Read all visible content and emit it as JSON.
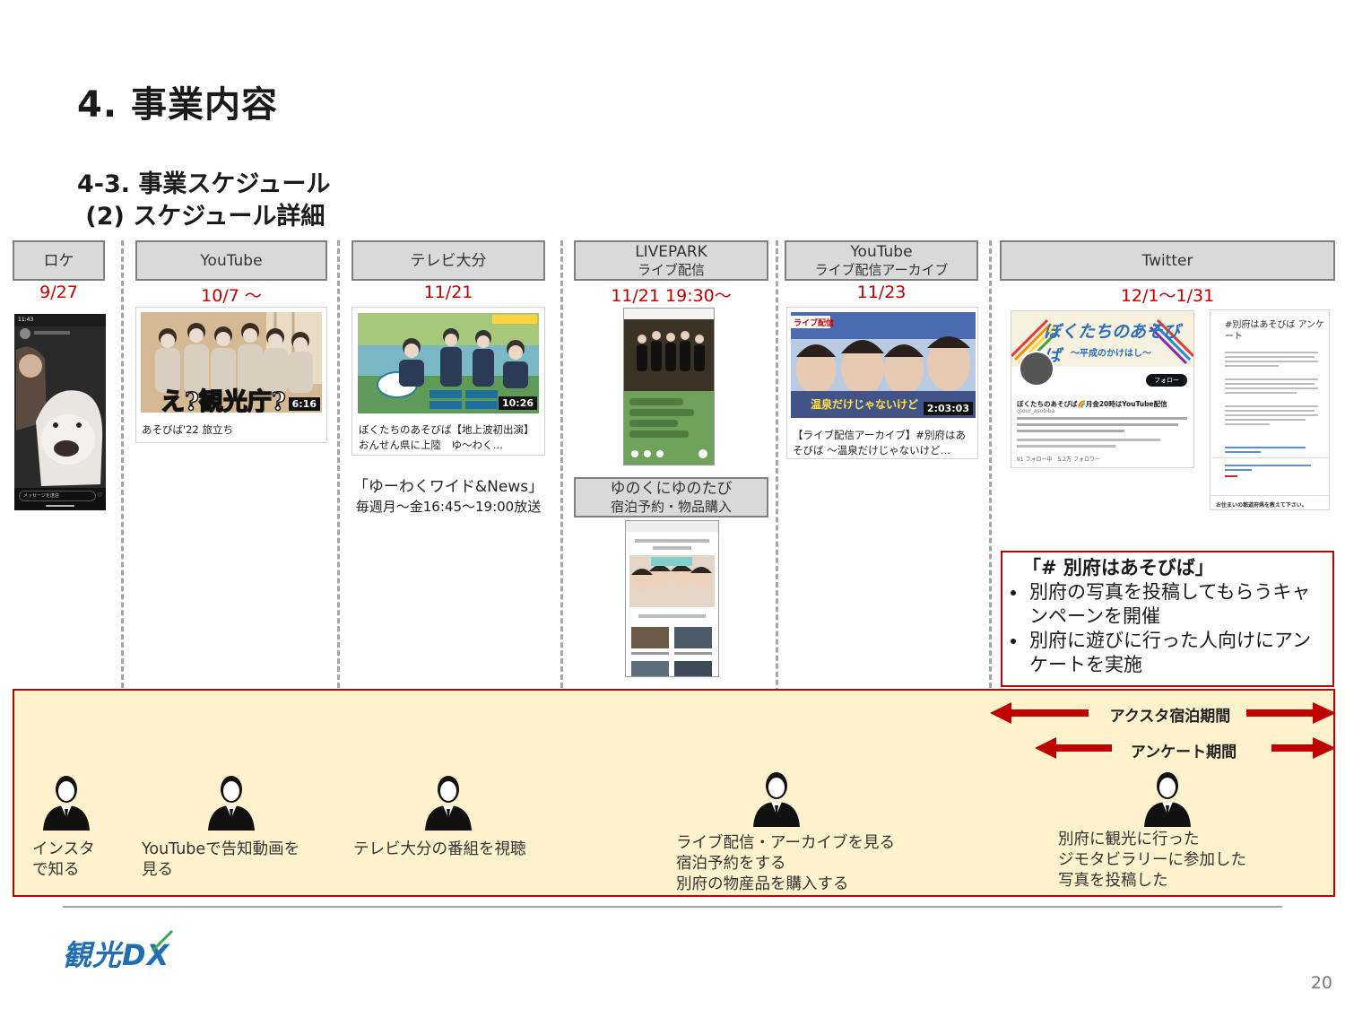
{
  "page": {
    "title": "4. 事業内容",
    "subtitle_line1": "4-3. 事業スケジュール",
    "subtitle_line2": " (2) スケジュール詳細",
    "page_number": "20"
  },
  "columns": [
    {
      "label1": "ロケ",
      "label2": "",
      "date": "9/27"
    },
    {
      "label1": "YouTube",
      "label2": "",
      "date": "10/7 ～"
    },
    {
      "label1": "テレビ大分",
      "label2": "",
      "date": "11/21"
    },
    {
      "label1": "LIVEPARK",
      "label2": "ライブ配信",
      "date": "11/21 19:30～"
    },
    {
      "label1": "YouTube",
      "label2": "ライブ配信アーカイブ",
      "date": "11/23"
    },
    {
      "label1": "Twitter",
      "label2": "",
      "date": "12/1～1/31"
    }
  ],
  "insta": {
    "phone_time": "11:43",
    "message_placeholder": "メッセージを送信"
  },
  "youtube_card": {
    "caption": "あそびば'22 旅立ち",
    "duration": "6:16",
    "overlay": "え?観光庁?"
  },
  "tv_card": {
    "caption": "ぼくたちのあそびば【地上波初出演】おんせん県に上陸　ゆ〜わく…",
    "duration": "10:26",
    "program_title": "「ゆーわくワイド&News」",
    "program_time": "毎週月～金16:45～19:00放送"
  },
  "archive_card": {
    "caption": "【ライブ配信アーカイブ】#別府はあそびば 〜温泉だけじゃないけど…",
    "duration": "2:03:03",
    "badge": "ライブ配信",
    "overlay": "温泉だけじゃないけど"
  },
  "yunoku": {
    "label1": "ゆのくにゆのたび",
    "label2": "宿泊予約・物品購入"
  },
  "twitter_profile": {
    "banner": "ぼくたちのあそびば",
    "banner_sub": "〜平成のかけはし〜",
    "name": "ぼくたちのあそびば🌈月金20時はYouTube配信",
    "handle": "@our_asobiba",
    "follow": "フォロー",
    "stats": "91 フォロー中　5.2万 フォロワー"
  },
  "twitter_survey": {
    "title": "#別府はあそびば アンケート",
    "footer": "お住まいの都道府県を教えて下さい。"
  },
  "callout": {
    "title": "「# 別府はあそびば」",
    "items": [
      "別府の写真を投稿してもらうキャンペーンを開催",
      "別府に遊びに行った人向けにアンケートを実施"
    ]
  },
  "periods": {
    "stay": "アクスタ宿泊期間",
    "survey": "アンケート期間"
  },
  "journey": [
    {
      "text": "インスタ\nで知る"
    },
    {
      "text": "YouTubeで告知動画を\n見る"
    },
    {
      "text": "テレビ大分の番組を視聴"
    },
    {
      "text": "ライブ配信・アーカイブを見る\n宿泊予約をする\n別府の物産品を購入する"
    },
    {
      "text": "別府に観光に行った\nジモタビラリーに参加した\n写真を投稿した"
    }
  ],
  "logo": {
    "text": "観光DX"
  },
  "colors": {
    "accent_red": "#c00000",
    "band_fill": "#fff2cc",
    "header_gray": "#d9d9d9"
  }
}
